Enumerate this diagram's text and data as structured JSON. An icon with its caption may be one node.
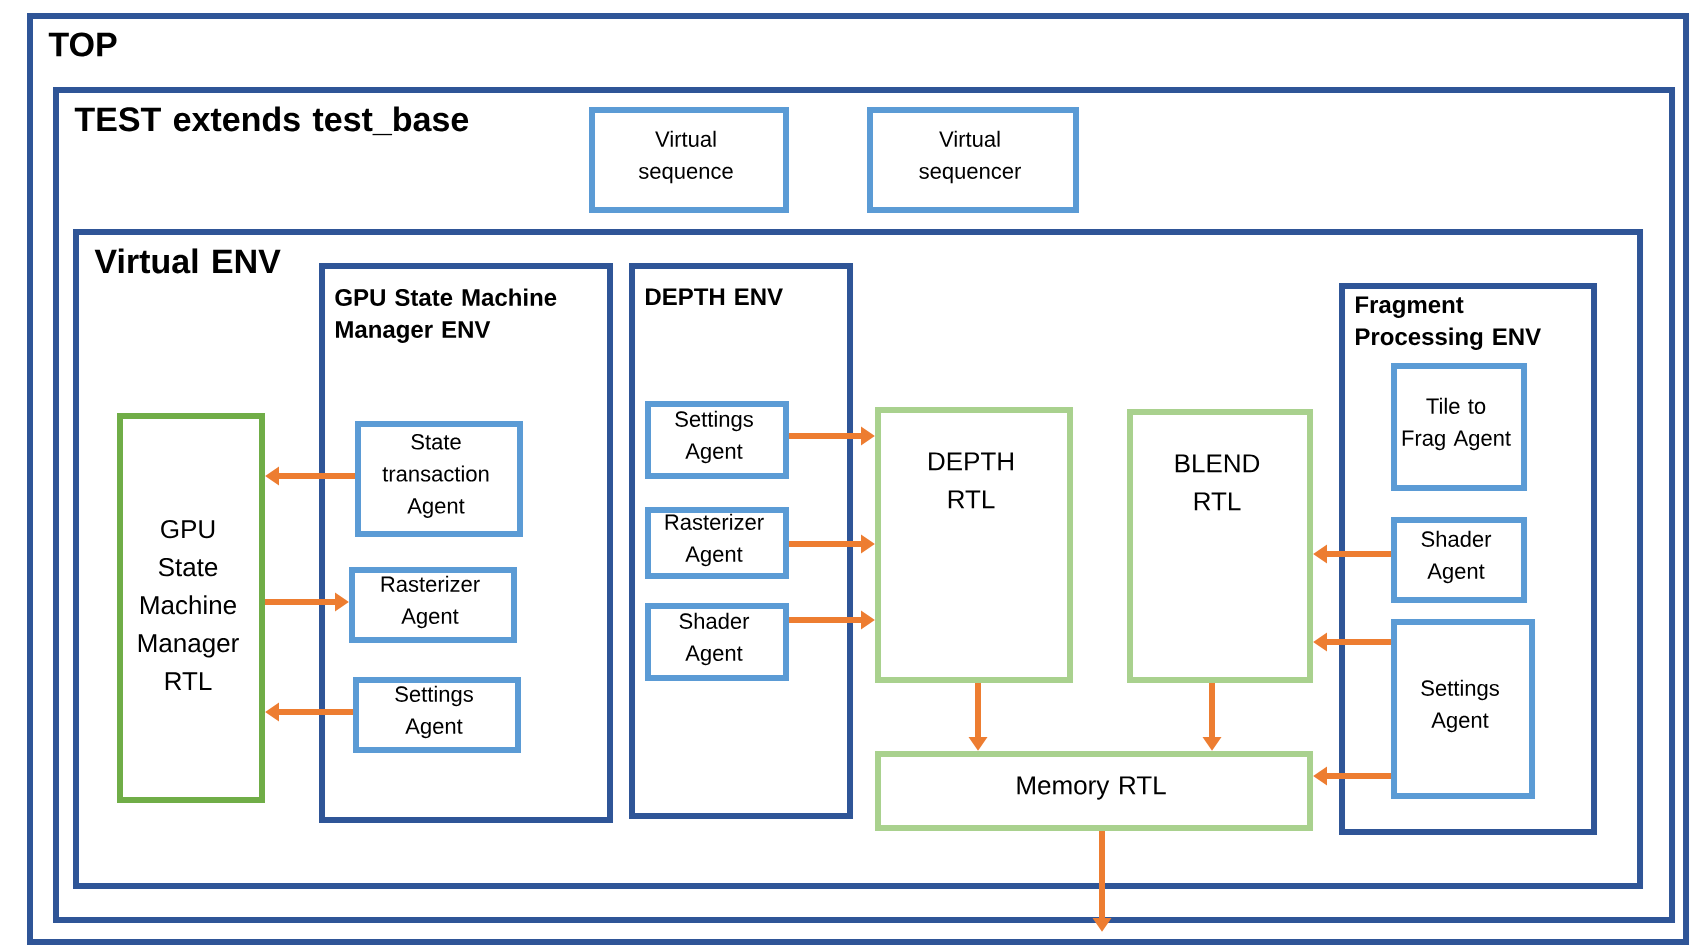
{
  "diagram": {
    "nodes": [
      {
        "text": [
          "TOP"
        ]
      },
      {
        "text": [
          "TEST extends test_base"
        ],
        "in": 0
      },
      {
        "text": [
          "Virtual sequence"
        ],
        "in": 1
      },
      {
        "text": [
          "Virtual sequencer"
        ],
        "in": 1
      },
      {
        "text": [
          "Virtual ENV"
        ],
        "in": 1
      },
      {
        "text": [
          "GPU State Machine Manager ENV"
        ],
        "in": 4
      },
      {
        "text": [
          "DEPTH ENV"
        ],
        "in": 4
      },
      {
        "text": [
          "Fragment Processing ENV"
        ],
        "in": 4
      },
      {
        "text": [
          "GPU State Machine Manager RTL"
        ],
        "in": 4
      },
      {
        "text": [
          "State transaction Agent"
        ],
        "in": 5
      },
      {
        "text": [
          "Rasterizer Agent"
        ],
        "in": 5
      },
      {
        "text": [
          "Settings Agent"
        ],
        "in": 5
      },
      {
        "text": [
          "Settings Agent"
        ],
        "in": 6
      },
      {
        "text": [
          "Rasterizer Agent"
        ],
        "in": 6
      },
      {
        "text": [
          "Shader Agent"
        ],
        "in": 6
      },
      {
        "text": [
          "DEPTH RTL"
        ],
        "in": 4
      },
      {
        "text": [
          "BLEND RTL"
        ],
        "in": 4
      },
      {
        "text": [
          "Tile to Frag Agent"
        ],
        "in": 7
      },
      {
        "text": [
          "Shader Agent"
        ],
        "in": 7
      },
      {
        "text": [
          "Settings Agent"
        ],
        "in": 7
      },
      {
        "text": [
          "Memory RTL"
        ],
        "in": 4
      }
    ],
    "edges": [
      {
        "from": 9,
        "to": 8,
        "arrow": "to"
      },
      {
        "from": 8,
        "to": 10,
        "arrow": "to"
      },
      {
        "from": 11,
        "to": 8,
        "arrow": "to"
      },
      {
        "from": 12,
        "to": 15,
        "arrow": "to"
      },
      {
        "from": 13,
        "to": 15,
        "arrow": "to"
      },
      {
        "from": 14,
        "to": 15,
        "arrow": "to"
      },
      {
        "from": 18,
        "to": 16,
        "arrow": "to"
      },
      {
        "from": 19,
        "to": 16,
        "arrow": "to"
      },
      {
        "from": 19,
        "to": 20,
        "arrow": "to"
      },
      {
        "from": 15,
        "to": 20,
        "arrow": "to"
      },
      {
        "from": 16,
        "to": 20,
        "arrow": "to"
      },
      {
        "from": 20,
        "to": null,
        "arrow": "to"
      }
    ]
  }
}
